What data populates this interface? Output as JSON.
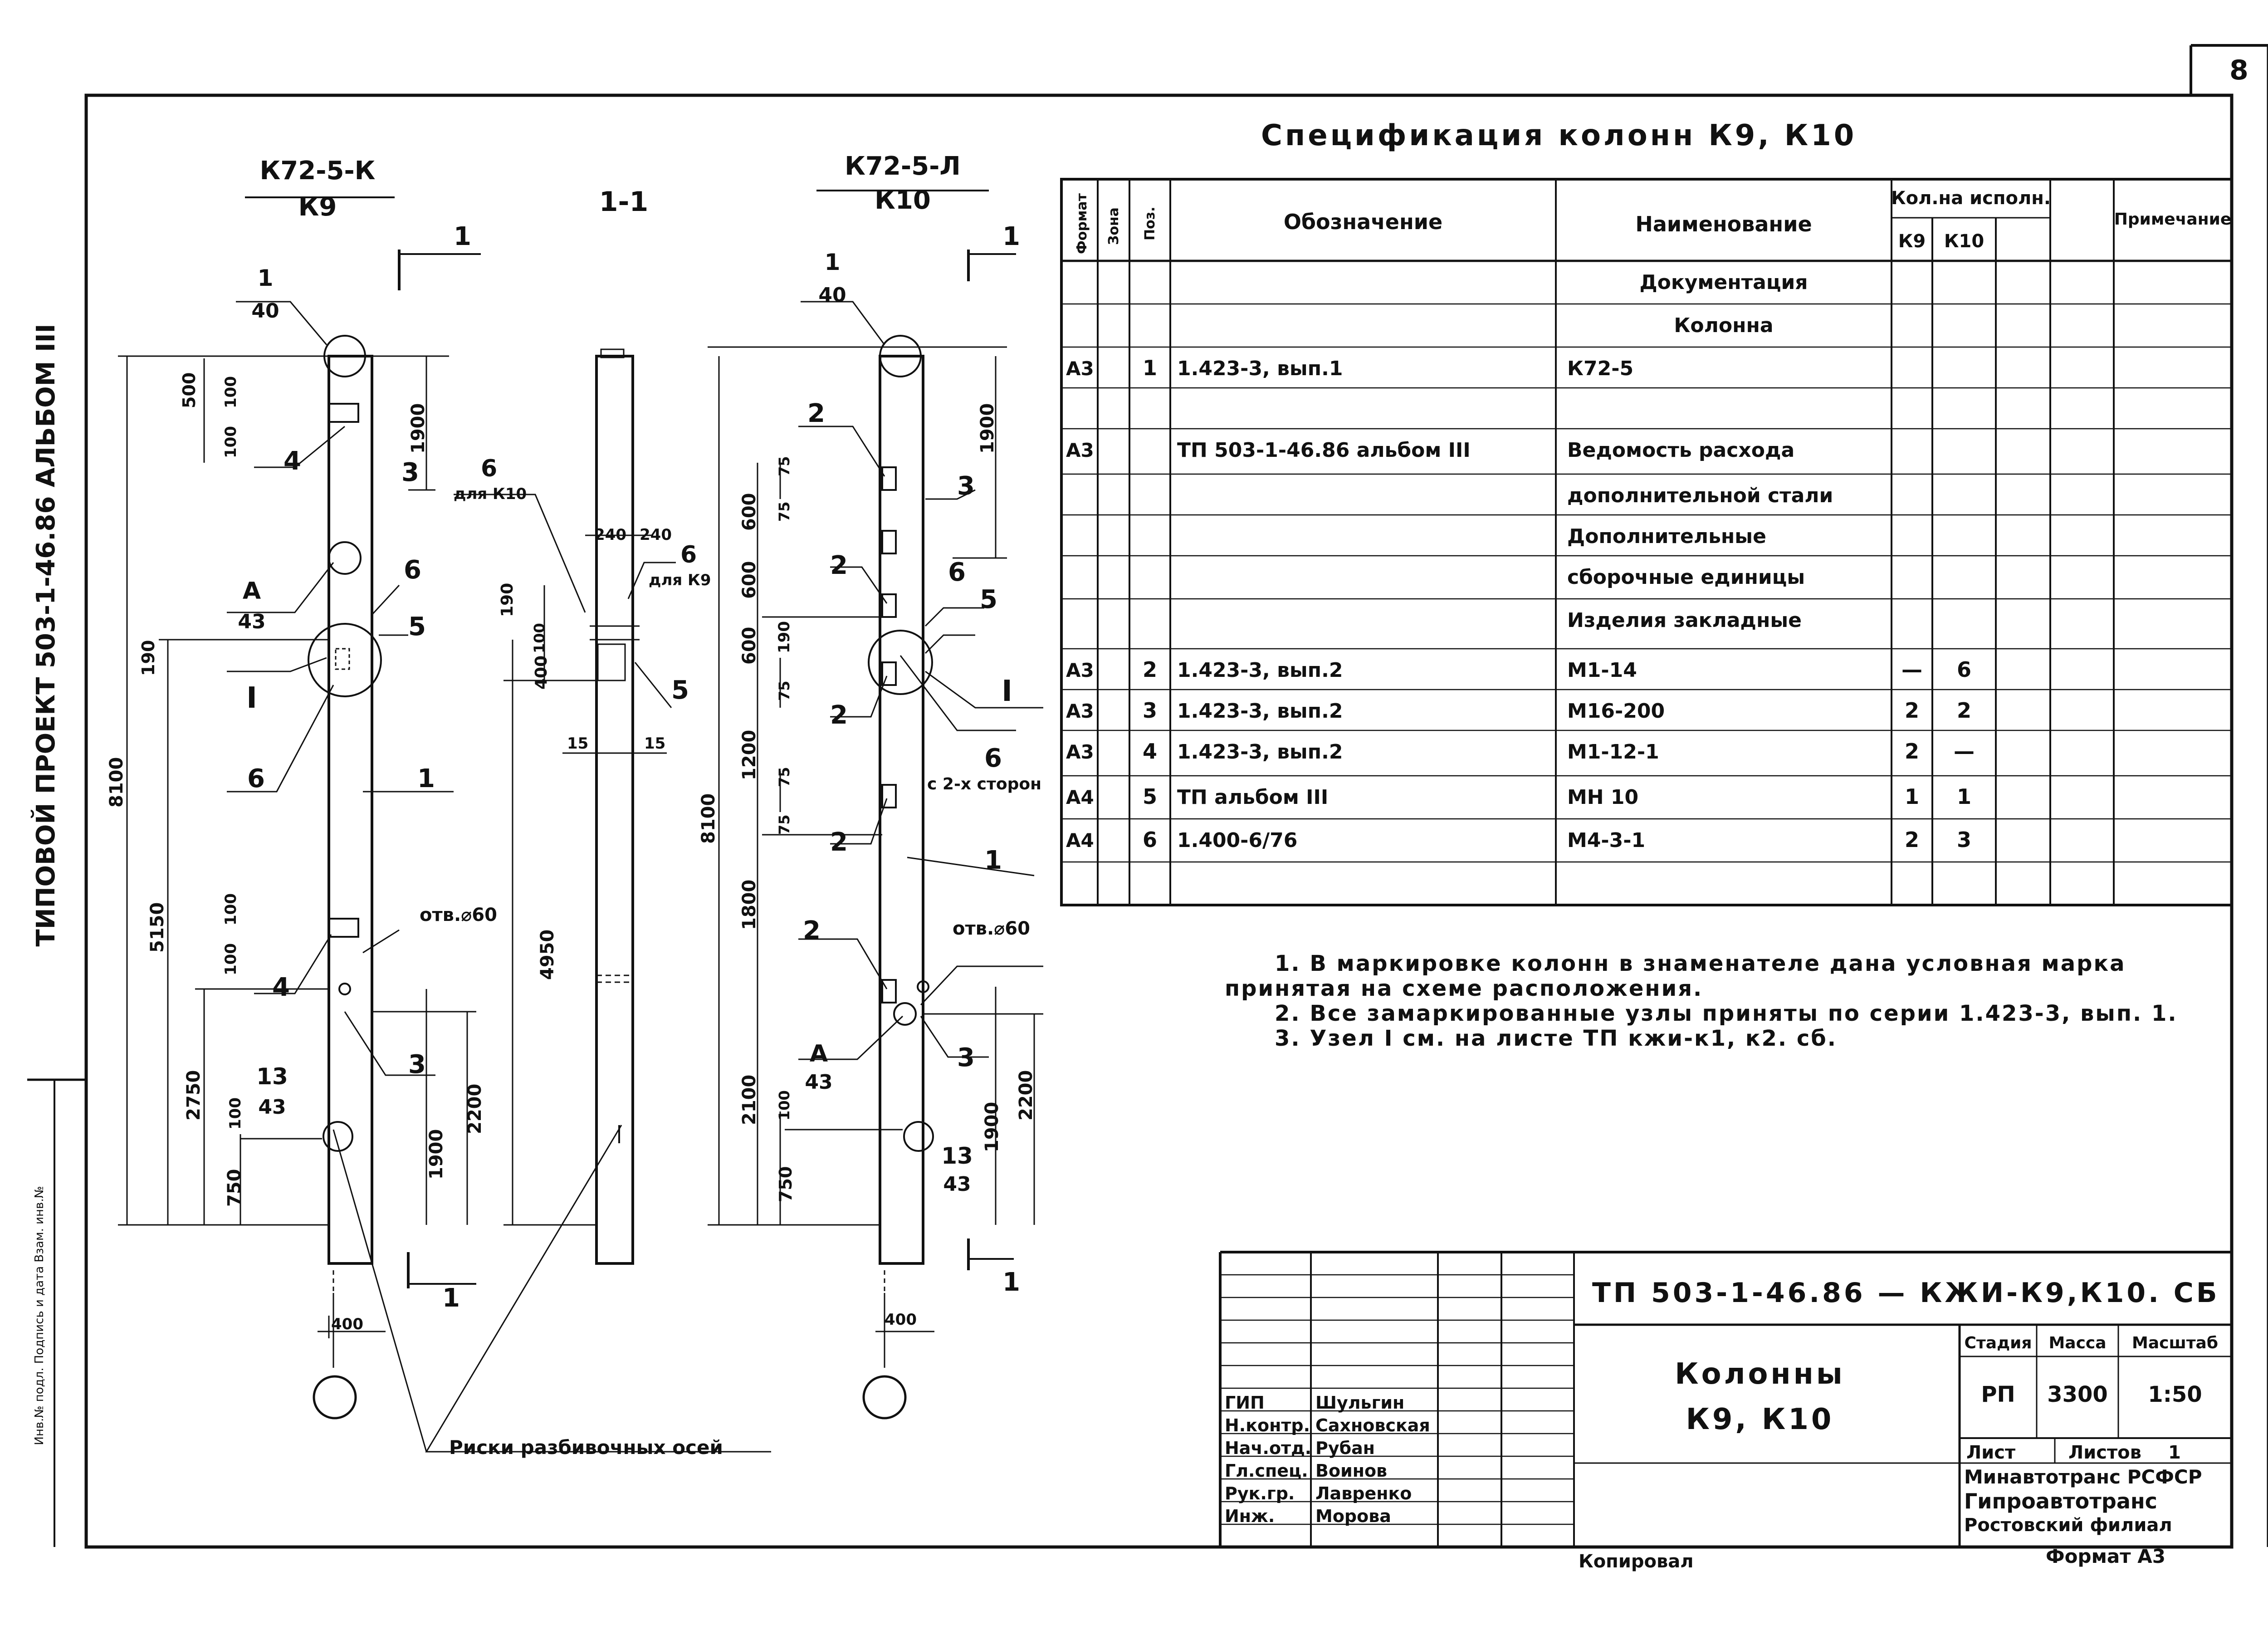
{
  "sheet_number": "8",
  "side_strip": {
    "top": "ТИПОВОЙ ПРОЕКТ 503-1-46.86 АЛЬБОМ III",
    "bottom": "Инв.№ подл. Подпись и дата Взам. инв.№"
  },
  "column_k9": {
    "mark_top": "К72-5-К",
    "mark_bottom": "К9"
  },
  "section_title": "1-1",
  "column_k10": {
    "mark_top": "К72-5-Л",
    "mark_bottom": "К10"
  },
  "section_cut_label": "1",
  "callouts": {
    "c1_40": {
      "num": "1",
      "den": "40"
    },
    "cA_43": {
      "num": "А",
      "den": "43"
    },
    "c13_43": {
      "num": "13",
      "den": "43"
    },
    "node_I": "I",
    "hole": "отв.⌀60",
    "hole_k10": "отв.⌀60",
    "for_k10": "для К10",
    "for_k9": "для К9",
    "two_sides": "с 2-х сторон",
    "axis_marks": "Риски разбивочных осей"
  },
  "positions": {
    "p1": "1",
    "p2": "2",
    "p3": "3",
    "p4": "4",
    "p5": "5",
    "p6": "6"
  },
  "dimensions": {
    "d8100": "8100",
    "d5150": "5150",
    "d2750": "2750",
    "d750": "750",
    "d500": "500",
    "d100": "100",
    "d1900": "1900",
    "d2200": "2200",
    "d190": "190",
    "d400": "400",
    "d4950": "4950",
    "d240": "240",
    "d15": "15",
    "d600": "600",
    "d75": "75",
    "d1200": "1200",
    "d1800": "1800",
    "d2100": "2100"
  },
  "spec": {
    "title": "Спецификация колонн К9, К10",
    "headers": {
      "format": "Формат",
      "zone": "Зона",
      "pos": "Поз.",
      "designation": "Обозначение",
      "name": "Наименование",
      "qty": "Кол.на исполн.",
      "k9": "К9",
      "k10": "К10",
      "note": "Примечание"
    },
    "rows": [
      {
        "format": "",
        "pos": "",
        "designation": "",
        "name": "Документация",
        "k9": "",
        "k10": ""
      },
      {
        "format": "",
        "pos": "",
        "designation": "",
        "name": "Колонна",
        "k9": "",
        "k10": ""
      },
      {
        "format": "А3",
        "pos": "1",
        "designation": "1.423-3, вып.1",
        "name": "К72-5",
        "k9": "",
        "k10": ""
      },
      {
        "format": "",
        "pos": "",
        "designation": "",
        "name": "",
        "k9": "",
        "k10": ""
      },
      {
        "format": "А3",
        "pos": "",
        "designation": "ТП 503-1-46.86 альбом III",
        "name": "Ведомость расхода",
        "k9": "",
        "k10": ""
      },
      {
        "format": "",
        "pos": "",
        "designation": "",
        "name": "дополнительной стали",
        "k9": "",
        "k10": ""
      },
      {
        "format": "",
        "pos": "",
        "designation": "",
        "name": "Дополнительные",
        "k9": "",
        "k10": ""
      },
      {
        "format": "",
        "pos": "",
        "designation": "",
        "name": "сборочные единицы",
        "k9": "",
        "k10": ""
      },
      {
        "format": "",
        "pos": "",
        "designation": "",
        "name": "Изделия закладные",
        "k9": "",
        "k10": ""
      },
      {
        "format": "А3",
        "pos": "2",
        "designation": "1.423-3, вып.2",
        "name": "М1-14",
        "k9": "—",
        "k10": "6"
      },
      {
        "format": "А3",
        "pos": "3",
        "designation": "1.423-3, вып.2",
        "name": "М16-200",
        "k9": "2",
        "k10": "2"
      },
      {
        "format": "А3",
        "pos": "4",
        "designation": "1.423-3, вып.2",
        "name": "М1-12-1",
        "k9": "2",
        "k10": "—"
      },
      {
        "format": "А4",
        "pos": "5",
        "designation": "ТП альбом III",
        "name": "МН 10",
        "k9": "1",
        "k10": "1"
      },
      {
        "format": "А4",
        "pos": "6",
        "designation": "1.400-6/76",
        "name": "М4-3-1",
        "k9": "2",
        "k10": "3"
      },
      {
        "format": "",
        "pos": "",
        "designation": "",
        "name": "",
        "k9": "",
        "k10": ""
      }
    ]
  },
  "notes": [
    "1. В маркировке колонн в знаменателе дана условная марка",
    "принятая на схеме расположения.",
    "2. Все замаркированные узлы приняты по серии 1.423-3, вып. 1.",
    "3. Узел I см. на листе ТП кжи-к1, к2. сб."
  ],
  "title_block": {
    "code": "ТП 503-1-46.86 — КЖИ-К9,К10. СБ",
    "name_line1": "Колонны",
    "name_line2": "К9, К10",
    "stage_label": "Стадия",
    "mass_label": "Масса",
    "scale_label": "Масштаб",
    "stage": "РП",
    "mass": "3300",
    "scale": "1:50",
    "sheet_label": "Лист",
    "sheets_label": "Листов",
    "sheets": "1",
    "org1": "Минавтотранс РСФСР",
    "org2": "Гипроавтотранс",
    "org3": "Ростовский филиал",
    "roles": [
      "ГИП",
      "Н.контр.",
      "Нач.отд.",
      "Гл.спец.",
      "Рук.гр.",
      "Инж."
    ],
    "people": [
      "Шульгин",
      "Сахновская",
      "Рубан",
      "Воинов",
      "Лавренко",
      "Морова"
    ]
  },
  "footer": {
    "copied": "Копировал",
    "format": "Формат А3"
  }
}
